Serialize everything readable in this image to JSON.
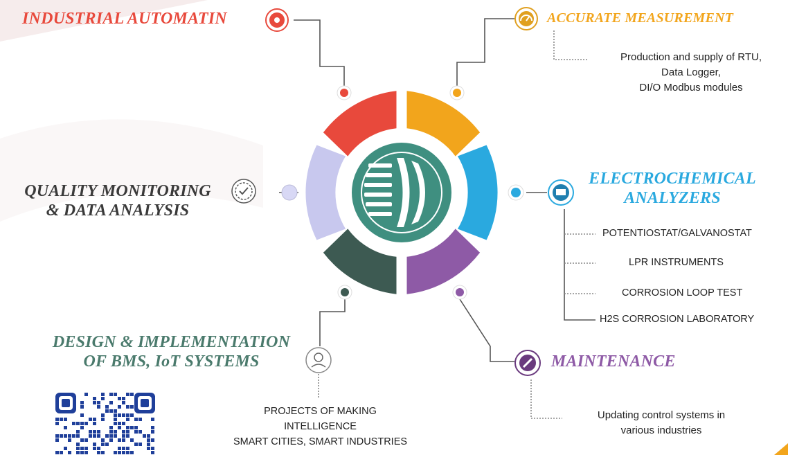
{
  "sections": {
    "industrial_automation": {
      "title": "INDUSTRIAL AUTOMATIN",
      "icon": "gear-icon",
      "color": "#e8493c"
    },
    "accurate_measurement": {
      "title": "ACCURATE MEASUREMENT",
      "icon": "gauge-icon",
      "color": "#f2a51c",
      "description": [
        "Production and supply of RTU,",
        "Data Logger,",
        "DI/O Modbus modules"
      ]
    },
    "electrochemical_analyzers": {
      "title": [
        "ELECTROCHEMICAL",
        "ANALYZERS"
      ],
      "icon": "analyzer-icon",
      "color": "#2aa9df",
      "items": [
        "POTENTIOSTAT/GALVANOSTAT",
        "LPR INSTRUMENTS",
        "CORROSION LOOP TEST",
        "H2S CORROSION LABORATORY"
      ]
    },
    "quality_monitoring": {
      "title": [
        "QUALITY MONITORING",
        "& DATA ANALYSIS"
      ],
      "icon": "badge-check-icon",
      "color": "#c8c8ee"
    },
    "design_bms_iot": {
      "title": [
        "DESIGN & IMPLEMENTATION",
        "OF BMS, IoT SYSTEMS"
      ],
      "icon": "network-icon",
      "color": "#3d5a52",
      "description": [
        "PROJECTS OF MAKING",
        "INTELLIGENCE",
        "SMART CITIES, SMART INDUSTRIES"
      ]
    },
    "maintenance": {
      "title": "MAINTENANCE",
      "icon": "wrench-icon",
      "color": "#8e5aa6",
      "description": [
        "Updating control systems in",
        "various industries"
      ]
    }
  },
  "center_logo": {
    "icon": "company-logo",
    "color": "#3f8f80"
  },
  "qr_code": {
    "icon": "qr-code-icon"
  }
}
